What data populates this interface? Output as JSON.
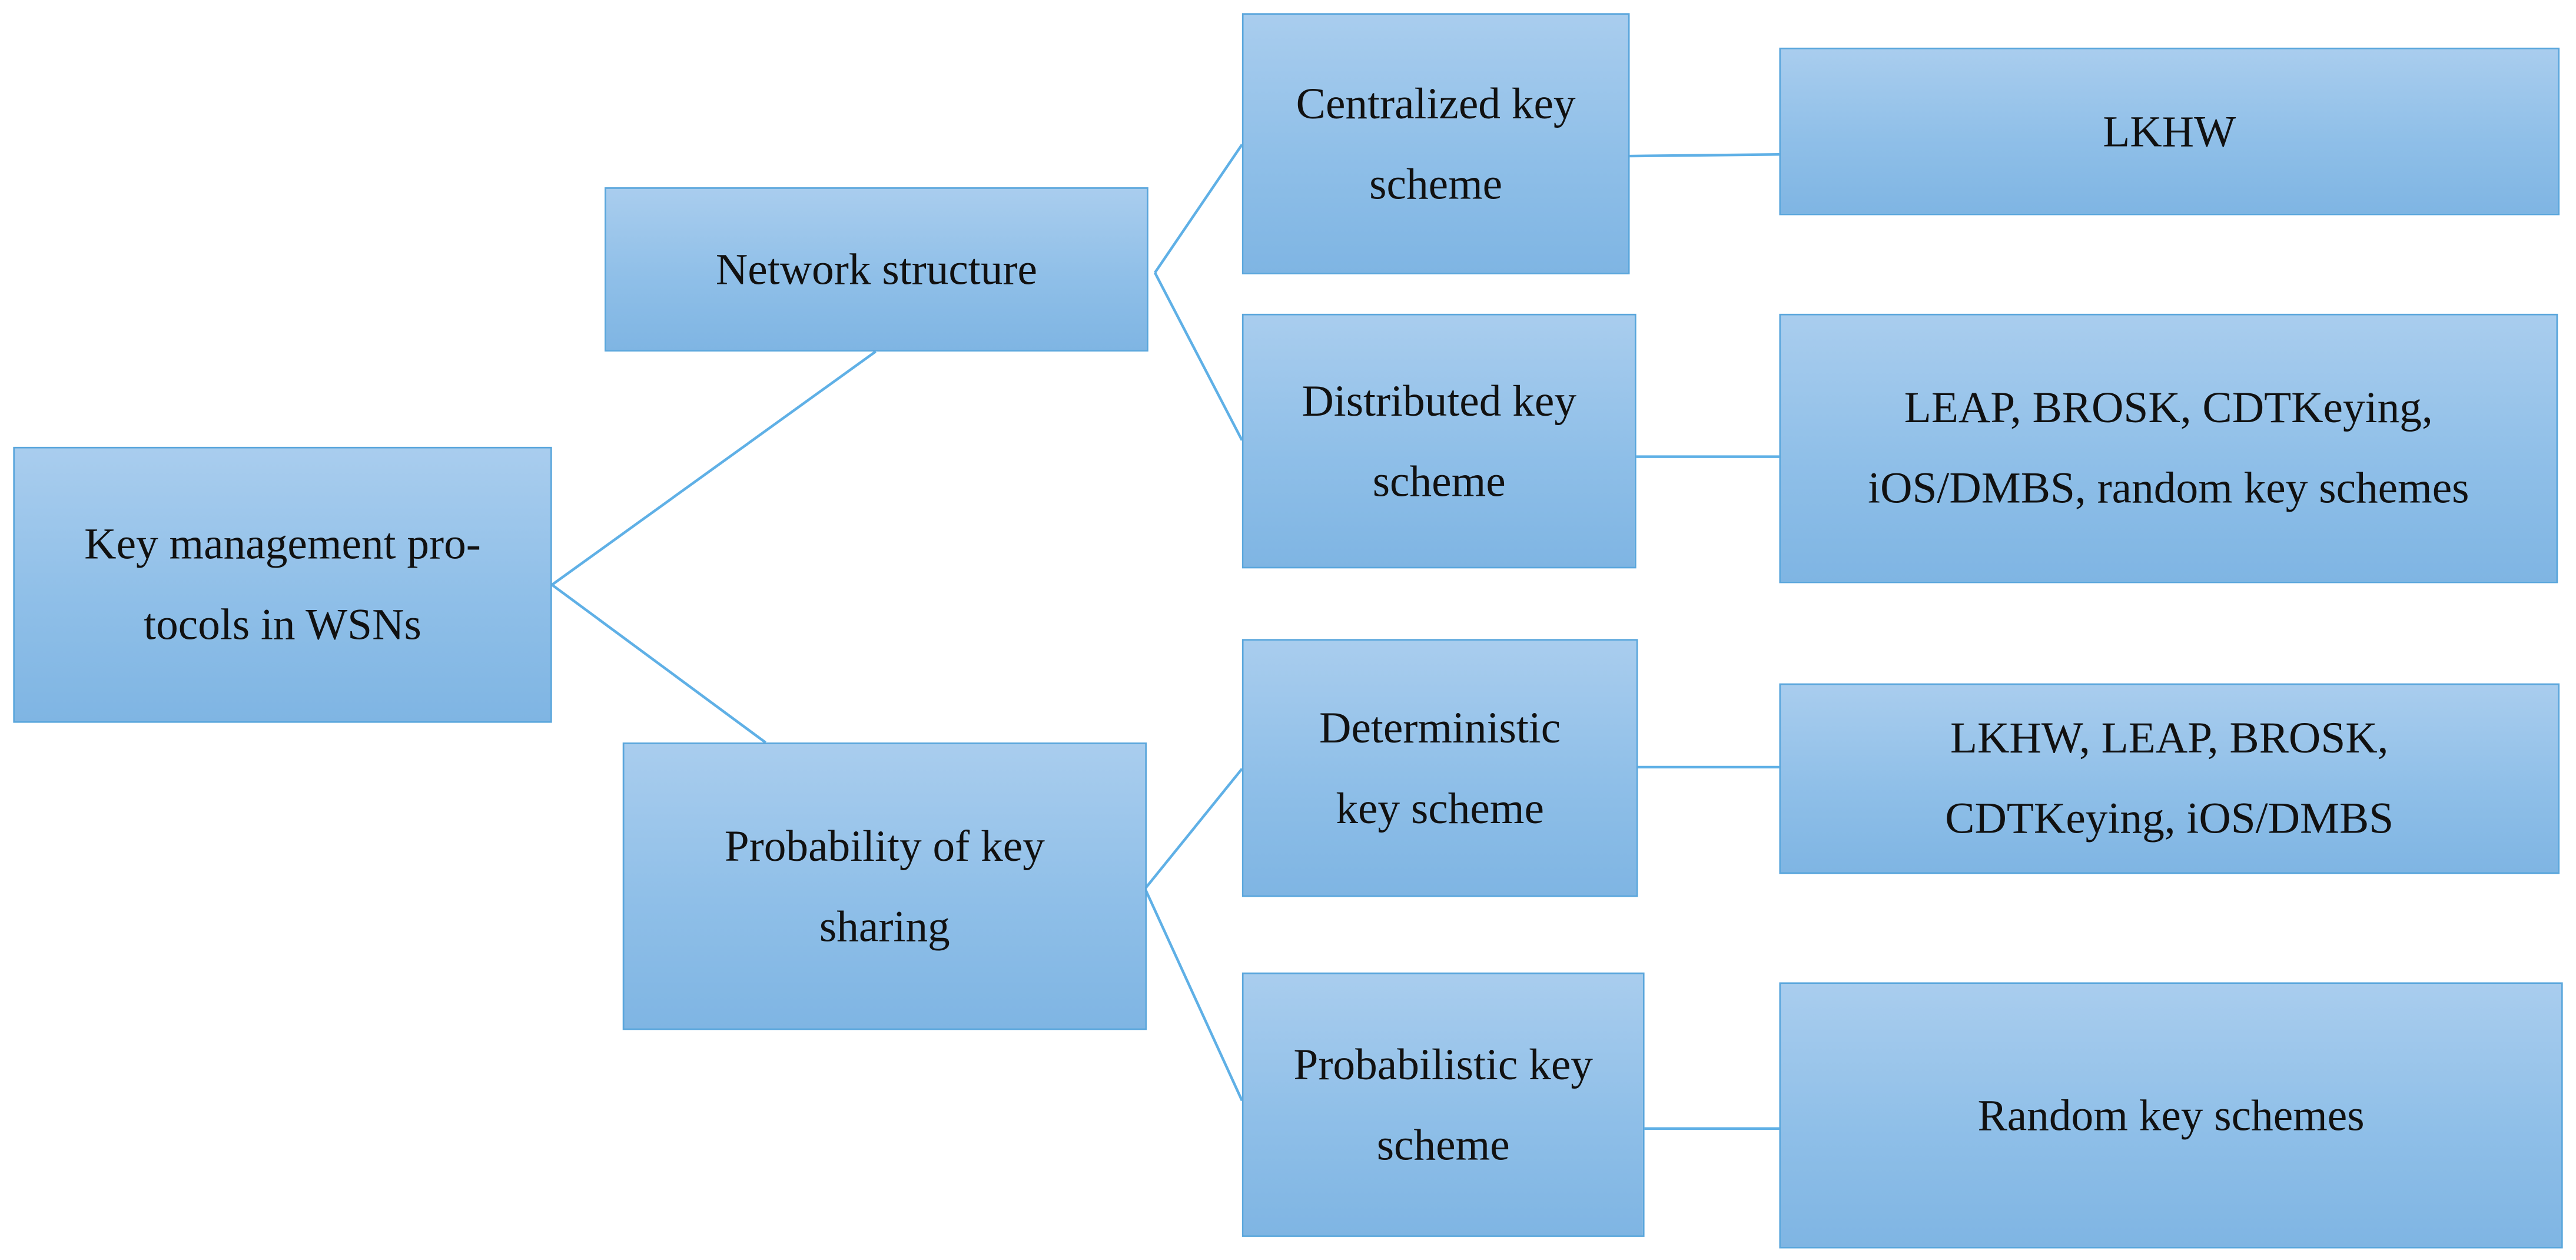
{
  "diagram": {
    "root": {
      "label_line1": "Key management pro-",
      "label_line2": "tocols in WSNs"
    },
    "network_structure": {
      "label": "Network structure"
    },
    "key_sharing": {
      "label_line1": "Probability of key",
      "label_line2": "sharing"
    },
    "centralized": {
      "label_line1": "Centralized key",
      "label_line2": "scheme"
    },
    "distributed": {
      "label_line1": "Distributed key",
      "label_line2": "scheme"
    },
    "deterministic": {
      "label_line1": "Deterministic",
      "label_line2": "key scheme"
    },
    "probabilistic": {
      "label_line1": "Probabilistic key",
      "label_line2": "scheme"
    },
    "lkhw": {
      "label": "LKHW"
    },
    "distributed_examples": {
      "label_line1": "LEAP, BROSK, CDTKeying,",
      "label_line2": "iOS/DMBS, random key schemes"
    },
    "deterministic_examples": {
      "label_line1": "LKHW, LEAP, BROSK,",
      "label_line2": "CDTKeying, iOS/DMBS"
    },
    "probabilistic_examples": {
      "label": "Random key schemes"
    },
    "colors": {
      "box_top": "#a9cdee",
      "box_bottom": "#7fb5e3",
      "box_border": "#5aa6dc",
      "connector": "#5fb0e6",
      "text": "#111111"
    }
  }
}
